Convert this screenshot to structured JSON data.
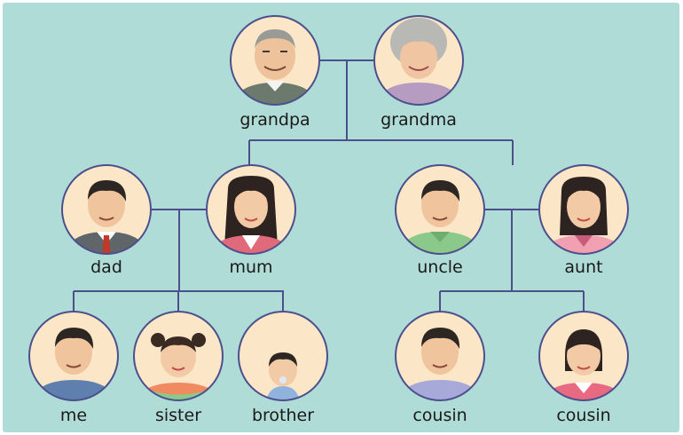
{
  "people": {
    "grandpa": "grandpa",
    "grandma": "grandma",
    "dad": "dad",
    "mum": "mum",
    "uncle": "uncle",
    "aunt": "aunt",
    "me": "me",
    "sister": "sister",
    "brother": "brother",
    "cousin1": "cousin",
    "cousin2": "cousin"
  },
  "colors": {
    "background": "#b0dcd8",
    "circle_fill": "#fbe7c8",
    "circle_border": "#4c4f8c",
    "line": "#4c4f8c"
  }
}
